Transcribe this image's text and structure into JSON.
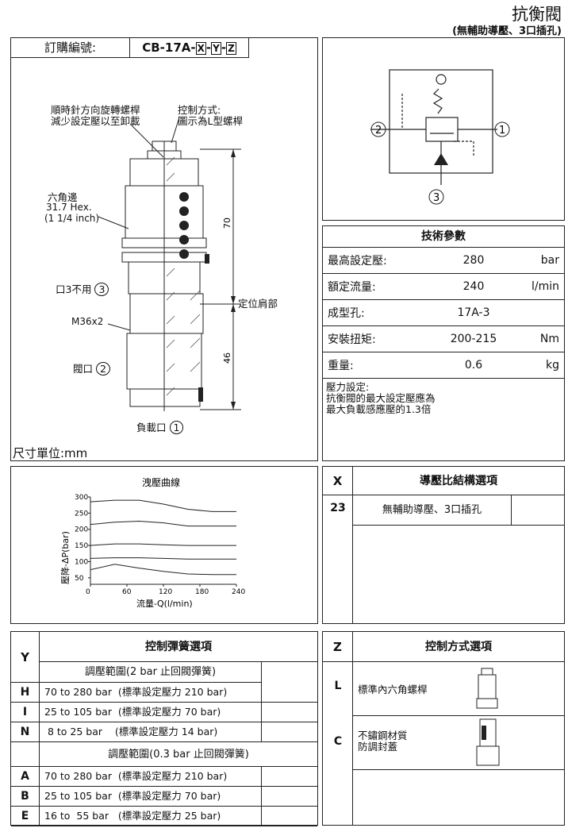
{
  "header": {
    "title": "抗衡閥",
    "subtitle": "(無輔助導壓、3口插孔)"
  },
  "order": {
    "label": "訂購編號:",
    "code_prefix": "CB-17A-",
    "x": "X",
    "y": "Y",
    "z": "Z"
  },
  "drawing": {
    "callout_rotate": "順時針方向旋轉螺桿\n減少設定壓以至卸載",
    "callout_control": "控制方式:\n圖示為L型螺桿",
    "hex_label": "六角邊",
    "hex_size": "31.7 Hex.",
    "hex_inch": "(1 1/4 inch)",
    "port3": "口3不用",
    "port3_num": "3",
    "thread": "M36x2",
    "port2": "閥口",
    "port2_num": "2",
    "port1": "負載口",
    "port1_num": "1",
    "dim_top": "70",
    "dim_bottom": "46",
    "locator": "定位肩部",
    "unit": "尺寸單位:mm"
  },
  "symbol": {
    "p1": "1",
    "p2": "2",
    "p3": "3"
  },
  "tech": {
    "title": "技術參數",
    "rows": [
      {
        "label": "最高設定壓:",
        "value": "280",
        "unit": "bar"
      },
      {
        "label": "額定流量:",
        "value": "240",
        "unit": "l/min"
      },
      {
        "label": "成型孔:",
        "value": "17A-3",
        "unit": ""
      },
      {
        "label": "安裝扭矩:",
        "value": "200-215",
        "unit": "Nm"
      },
      {
        "label": "重量:",
        "value": "0.6",
        "unit": "kg"
      }
    ],
    "note": "壓力設定:\n抗衡閥的最大設定壓應為\n最大負載感應壓的1.3倍"
  },
  "chart": {
    "title": "洩壓曲線",
    "ylabel": "壓降-ΔP(bar)",
    "xlabel": "流量-Q(l/min)",
    "xticks": [
      "0",
      "60",
      "120",
      "180",
      "240"
    ],
    "yticks": [
      "50",
      "100",
      "150",
      "200",
      "250",
      "300"
    ]
  },
  "chart_data": {
    "type": "line",
    "title": "洩壓曲線",
    "xlabel": "流量-Q(l/min)",
    "ylabel": "壓降-ΔP(bar)",
    "xlim": [
      0,
      240
    ],
    "ylim": [
      30,
      300
    ],
    "series": [
      {
        "x": [
          0,
          40,
          80,
          120,
          160,
          200,
          240
        ],
        "y": [
          285,
          290,
          290,
          278,
          262,
          255,
          255
        ]
      },
      {
        "x": [
          0,
          40,
          80,
          120,
          160,
          200,
          240
        ],
        "y": [
          215,
          222,
          225,
          220,
          210,
          210,
          210
        ]
      },
      {
        "x": [
          0,
          40,
          80,
          120,
          160,
          200,
          240
        ],
        "y": [
          150,
          155,
          155,
          152,
          150,
          150,
          150
        ]
      },
      {
        "x": [
          0,
          40,
          80,
          120,
          160,
          200,
          240
        ],
        "y": [
          110,
          112,
          112,
          110,
          108,
          108,
          108
        ]
      },
      {
        "x": [
          0,
          40,
          80,
          120,
          160,
          200,
          240
        ],
        "y": [
          75,
          92,
          80,
          70,
          62,
          60,
          60
        ]
      }
    ]
  },
  "x_table": {
    "header": "X",
    "title": "導壓比結構選項",
    "rows": [
      {
        "code": "23",
        "desc": "無輔助導壓、3口插孔"
      }
    ]
  },
  "y_table": {
    "header": "Y",
    "title": "控制彈簧選項",
    "group1": "調壓範圍(2 bar 止回閥彈簧)",
    "rows1": [
      {
        "code": "H",
        "desc": "70 to 280 bar  (標準設定壓力 210 bar)"
      },
      {
        "code": "I",
        "desc": "25 to 105 bar  (標準設定壓力 70 bar)"
      },
      {
        "code": "N",
        "desc": " 8 to 25 bar    (標準設定壓力 14 bar)"
      }
    ],
    "group2": "調壓範圍(0.3 bar 止回閥彈簧)",
    "rows2": [
      {
        "code": "A",
        "desc": "70 to 280 bar  (標準設定壓力 210 bar)"
      },
      {
        "code": "B",
        "desc": "25 to 105 bar  (標準設定壓力 70 bar)"
      },
      {
        "code": "E",
        "desc": "16 to  55 bar   (標準設定壓力 25 bar)"
      }
    ]
  },
  "z_table": {
    "header": "Z",
    "title": "控制方式選項",
    "rows": [
      {
        "code": "L",
        "desc": "標準內六角螺桿"
      },
      {
        "code": "C",
        "desc": "不鏽鋼材質\n防調封蓋"
      }
    ]
  }
}
